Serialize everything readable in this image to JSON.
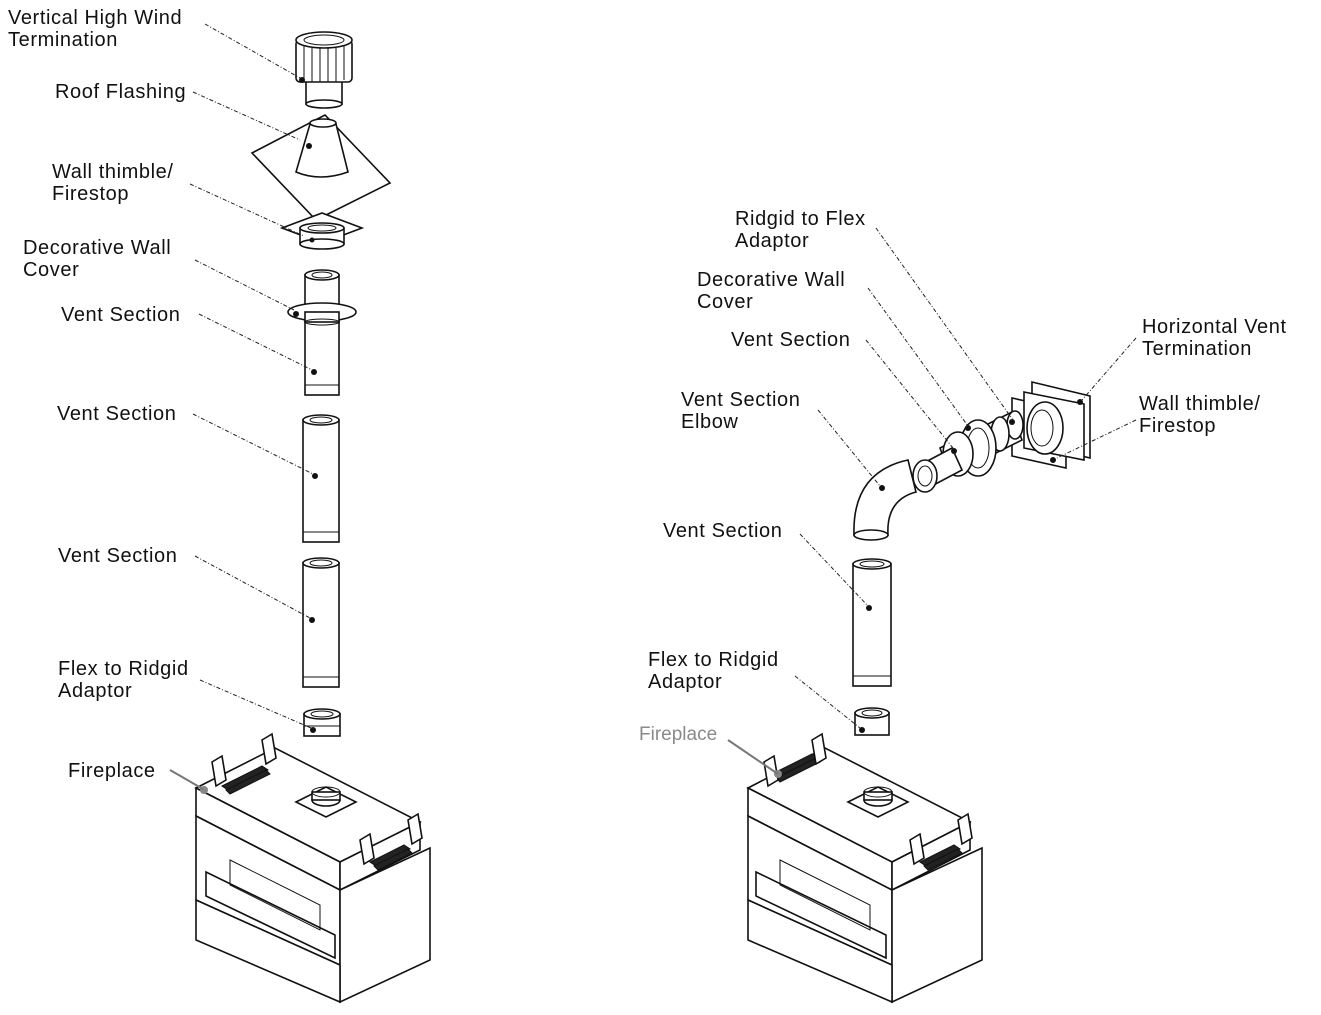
{
  "left_diagram": {
    "labels": {
      "vertical_termination": [
        "Vertical High Wind",
        "Termination"
      ],
      "roof_flashing": [
        "Roof Flashing"
      ],
      "wall_thimble": [
        "Wall thimble/",
        "Firestop"
      ],
      "decorative_wall_cover": [
        "Decorative Wall",
        "Cover"
      ],
      "vent_section_1": [
        "Vent Section"
      ],
      "vent_section_2": [
        "Vent Section"
      ],
      "vent_section_3": [
        "Vent Section"
      ],
      "flex_to_ridgid": [
        "Flex to Ridgid",
        "Adaptor"
      ],
      "fireplace": [
        "Fireplace"
      ]
    }
  },
  "right_diagram": {
    "labels": {
      "ridgid_to_flex": [
        "Ridgid to Flex",
        "Adaptor"
      ],
      "decorative_wall_cover": [
        "Decorative Wall",
        "Cover"
      ],
      "vent_section_top": [
        "Vent Section"
      ],
      "horizontal_termination": [
        "Horizontal Vent",
        "Termination"
      ],
      "vent_section_elbow": [
        "Vent Section",
        "Elbow"
      ],
      "wall_thimble": [
        "Wall thimble/",
        "Firestop"
      ],
      "vent_section": [
        "Vent Section"
      ],
      "flex_to_ridgid": [
        "Flex to Ridgid",
        "Adaptor"
      ],
      "fireplace": [
        "Fireplace"
      ]
    }
  }
}
